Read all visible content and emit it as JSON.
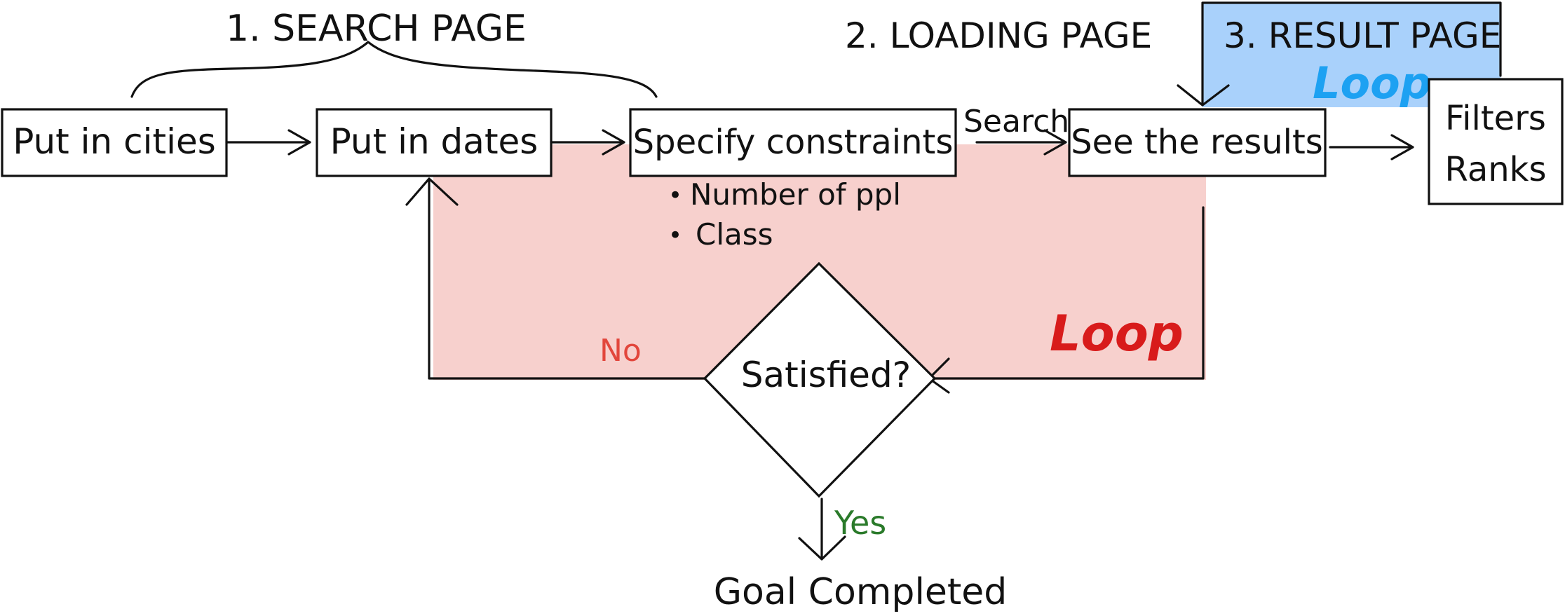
{
  "sections": {
    "search": "1. SEARCH PAGE",
    "loading": "2. LOADING PAGE",
    "result": "3. RESULT PAGE"
  },
  "nodes": {
    "cities": "Put in cities",
    "dates": "Put in dates",
    "constraints": "Specify constraints",
    "results": "See the results",
    "filters": "Filters",
    "ranks": "Ranks",
    "decision": "Satisfied?",
    "goal": "Goal Completed"
  },
  "constraint_items": [
    "Number of ppl",
    "Class"
  ],
  "edge_labels": {
    "search": "Search",
    "no": "No",
    "yes": "Yes"
  },
  "loops": {
    "result_loop": "Loop",
    "main_loop": "Loop"
  },
  "colors": {
    "result_region": "#a9d1fb",
    "loop_region": "#f7d0cd",
    "result_loop_text": "#1da1f2",
    "main_loop_text": "#d81b1b",
    "no_text": "#e2463c",
    "yes_text": "#2a7a2a"
  }
}
